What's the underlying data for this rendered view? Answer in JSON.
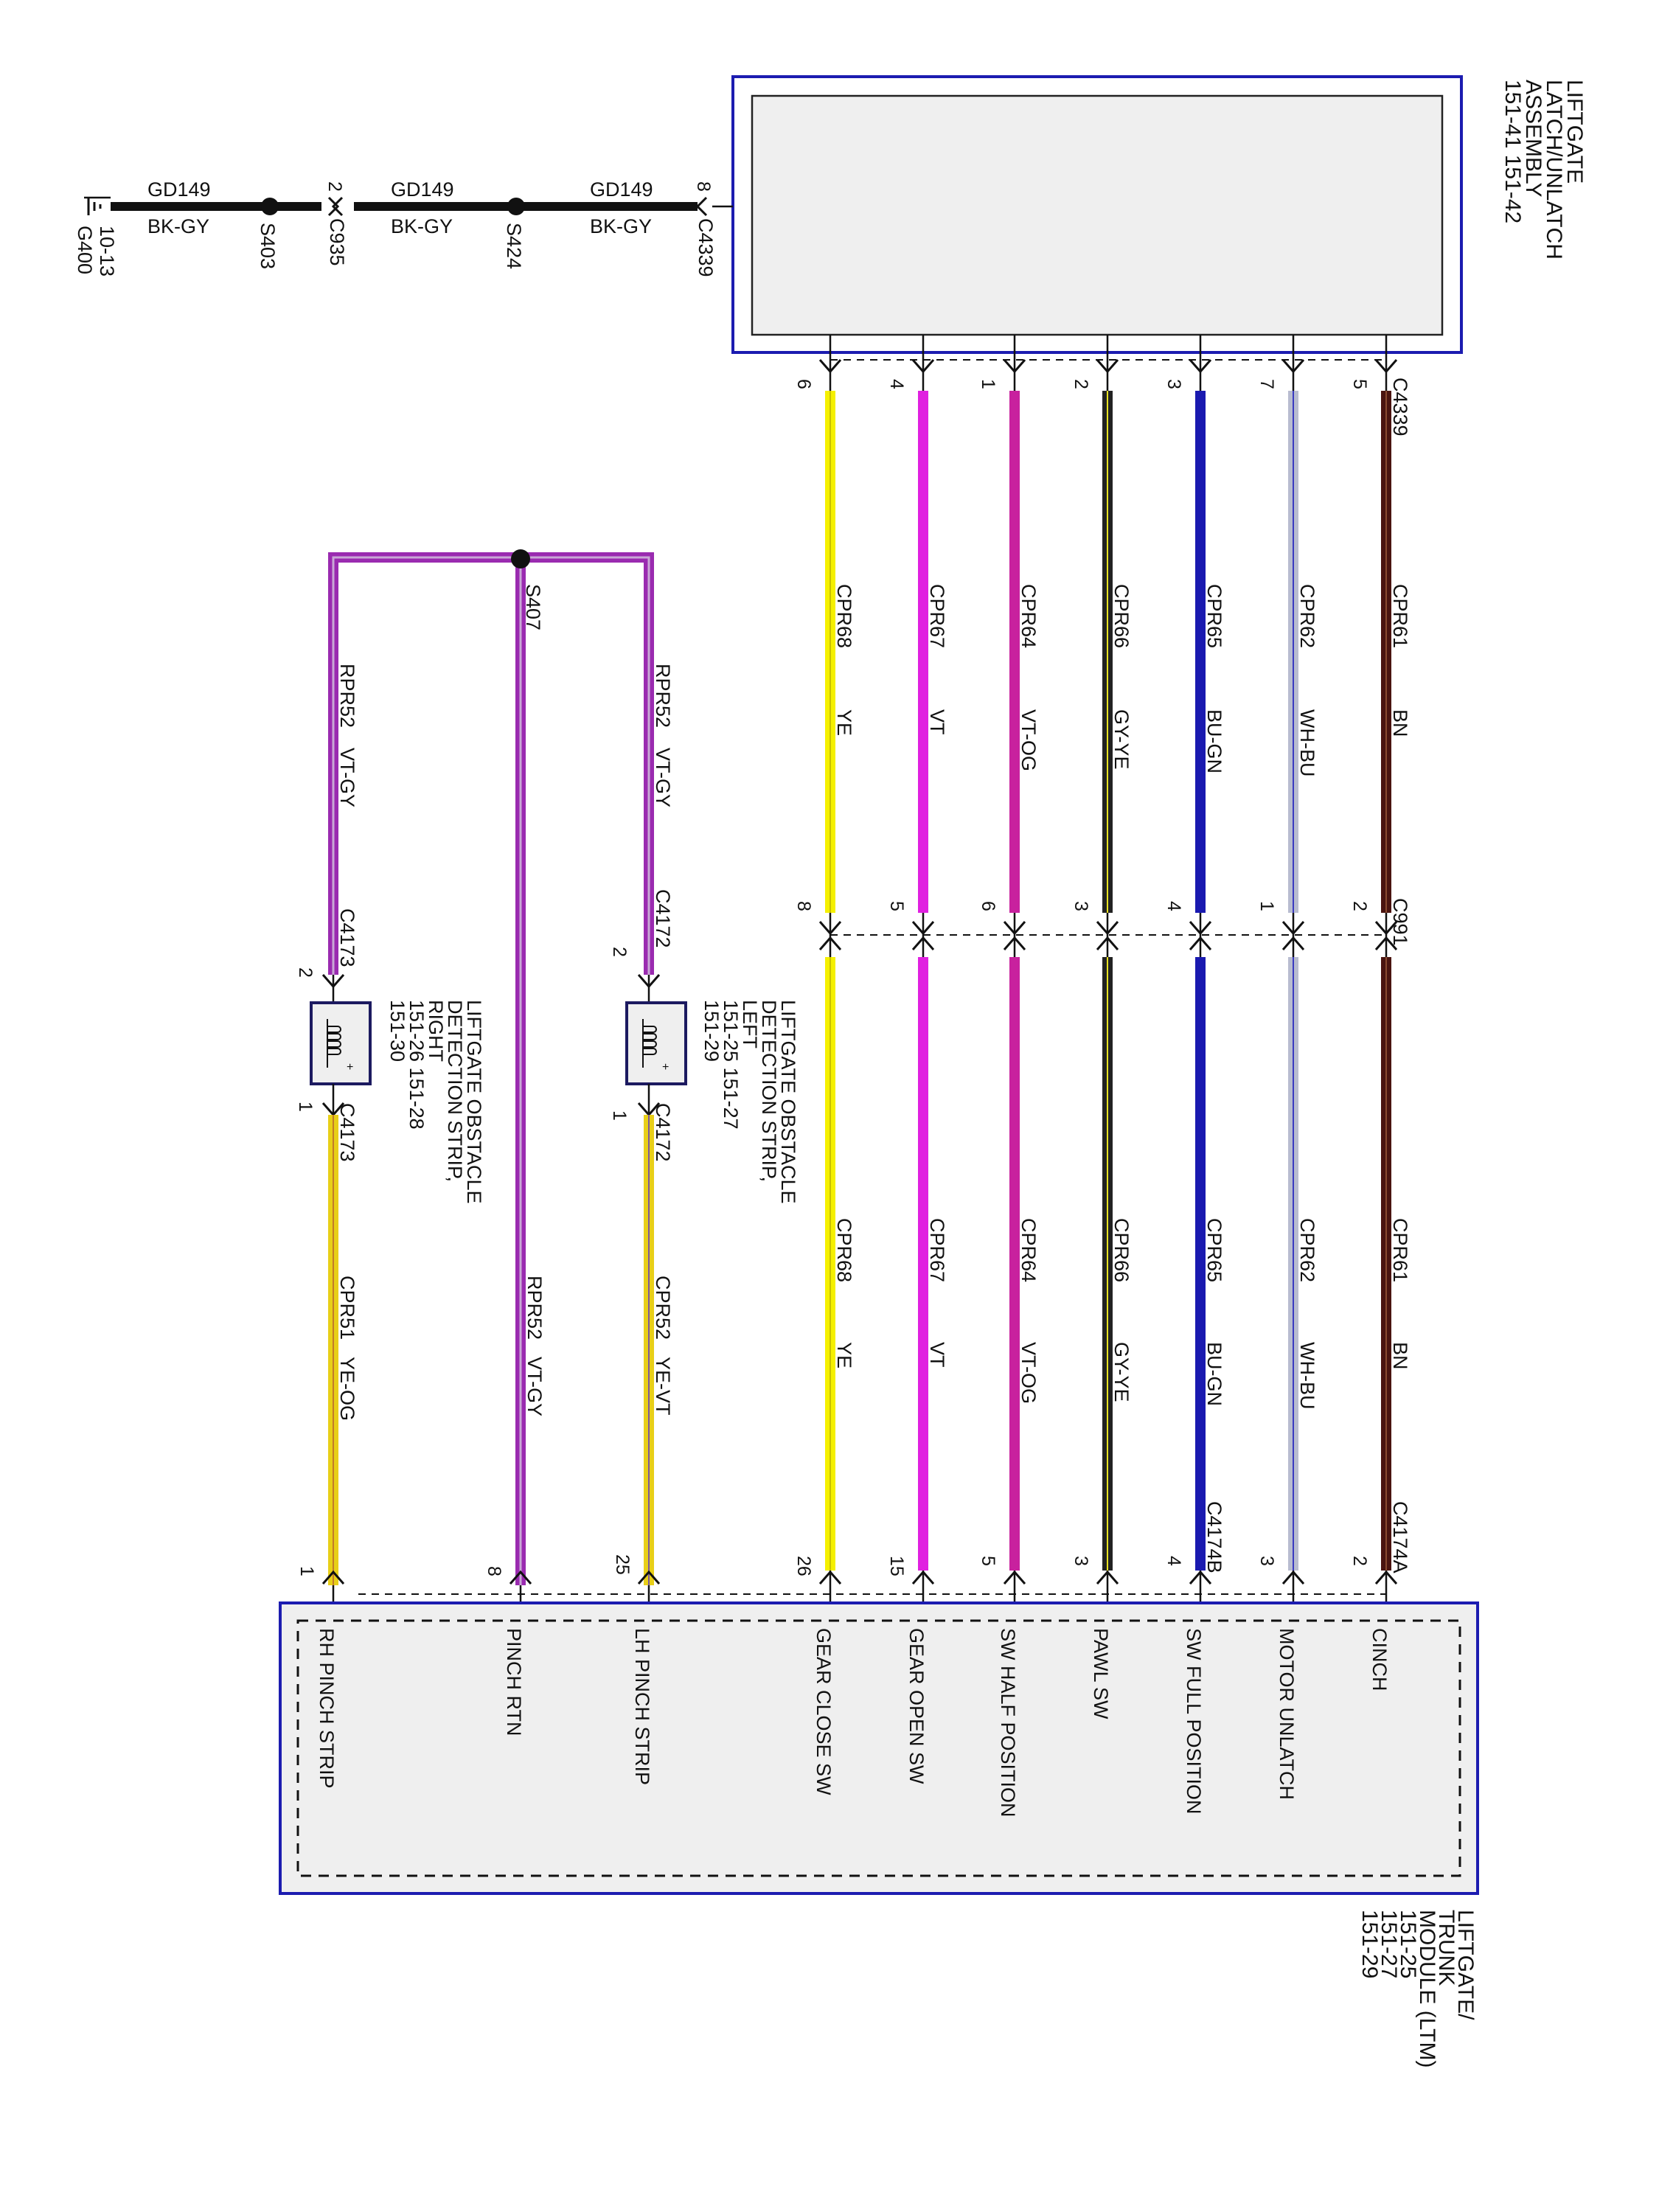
{
  "colors": {
    "YE": "#f5f000",
    "VT": "#e020e0",
    "VT-OG": "#c8219e",
    "GY-YE": "#222222",
    "BU-GN": "#1a1ab0",
    "WH-BU": "#b8bcd0",
    "BN": "#4a1410",
    "VT-GY": "#9a2bb0",
    "YE-VT": "#e8cf18",
    "YE-OG": "#e8cf18",
    "BK-GY": "#111111",
    "outline": "#1c1cb0",
    "box_fill": "#efefef"
  },
  "ground": {
    "wire": "GD149",
    "color": "BK-GY",
    "ground_id": "G400",
    "ground_ref": "10-13",
    "splice1": "S403",
    "splice2": "S424",
    "c935_pin": "2",
    "c935": "C935",
    "c4339_pin": "8",
    "c4339": "C4339"
  },
  "latch": {
    "line1": "LIFTGATE",
    "line2": "LATCH/UNLATCH",
    "line3": "ASSEMBLY",
    "refs": "151-41   151-42",
    "connector": "C4339"
  },
  "c991": "C991",
  "wires": [
    {
      "upper_pin": "5",
      "c991_top": "2",
      "c991_bot": "2",
      "circuit": "CPR61",
      "color": "BN",
      "ltm_pin": "2",
      "ltm_label": "CINCH",
      "ltm_conn": "C4174A"
    },
    {
      "upper_pin": "7",
      "c991_top": "1",
      "c991_bot": "1",
      "circuit": "CPR62",
      "color": "WH-BU",
      "ltm_pin": "3",
      "ltm_label": "MOTOR UNLATCH",
      "ltm_conn": ""
    },
    {
      "upper_pin": "3",
      "c991_top": "4",
      "c991_bot": "4",
      "circuit": "CPR65",
      "color": "BU-GN",
      "ltm_pin": "4",
      "ltm_label": "SW FULL POSITION",
      "ltm_conn": "C4174B"
    },
    {
      "upper_pin": "2",
      "c991_top": "3",
      "c991_bot": "3",
      "circuit": "CPR66",
      "color": "GY-YE",
      "ltm_pin": "3",
      "ltm_label": "PAWL SW",
      "ltm_conn": ""
    },
    {
      "upper_pin": "1",
      "c991_top": "6",
      "c991_bot": "6",
      "circuit": "CPR64",
      "color": "VT-OG",
      "ltm_pin": "5",
      "ltm_label": "SW HALF POSITION",
      "ltm_conn": ""
    },
    {
      "upper_pin": "4",
      "c991_top": "5",
      "c991_bot": "5",
      "circuit": "CPR67",
      "color": "VT",
      "ltm_pin": "15",
      "ltm_label": "GEAR OPEN SW",
      "ltm_conn": ""
    },
    {
      "upper_pin": "6",
      "c991_top": "8",
      "c991_bot": "8",
      "circuit": "CPR68",
      "color": "YE",
      "ltm_pin": "26",
      "ltm_label": "GEAR CLOSE SW",
      "ltm_conn": ""
    }
  ],
  "pinch": {
    "splice": "S407",
    "lh": {
      "circuit": "RPR52",
      "color": "VT-GY",
      "conn": "C4172",
      "pin_top": "2",
      "pin_bot": "1",
      "strip": [
        "LIFTGATE OBSTACLE",
        "DETECTION STRIP,",
        "LEFT",
        "151-25   151-27",
        "151-29"
      ],
      "out_circuit": "CPR52",
      "out_color": "YE-VT",
      "ltm_pin": "25",
      "ltm_label": "LH PINCH STRIP"
    },
    "rtn": {
      "circuit": "RPR52",
      "color": "VT-GY",
      "ltm_pin": "8",
      "ltm_label": "PINCH RTN"
    },
    "rh": {
      "circuit": "RPR52",
      "color": "VT-GY",
      "conn": "C4173",
      "pin_top": "2",
      "pin_bot": "1",
      "strip": [
        "LIFTGATE OBSTACLE",
        "DETECTION STRIP,",
        "RIGHT",
        "151-26   151-28",
        "151-30"
      ],
      "out_circuit": "CPR51",
      "out_color": "YE-OG",
      "ltm_pin": "1",
      "ltm_label": "RH PINCH STRIP"
    }
  },
  "ltm": {
    "line1": "LIFTGATE/",
    "line2": "TRUNK",
    "line3": "MODULE (LTM)",
    "line4": "151-25",
    "line5": "151-27",
    "line6": "151-29"
  }
}
